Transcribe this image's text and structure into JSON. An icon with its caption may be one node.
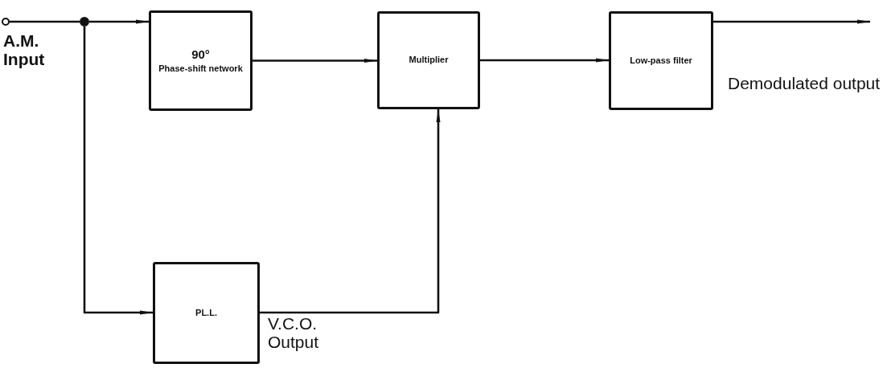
{
  "diagram": {
    "nodes": [
      {
        "text": [],
        "shape": "circle",
        "beside": [
          "A.M. Input"
        ]
      },
      {
        "text": [],
        "shape": "dot"
      },
      {
        "text": [
          "90°",
          "Phase-shift network"
        ]
      },
      {
        "text": [
          "Multiplier"
        ]
      },
      {
        "text": [
          "Low-pass filter"
        ]
      },
      {
        "text": [
          "PL.L."
        ],
        "beside": [
          "V.C.O. Output"
        ]
      }
    ],
    "edges": [
      {
        "from": 0,
        "to": 1,
        "arrow": "none"
      },
      {
        "from": 1,
        "to": 2,
        "arrow": "to"
      },
      {
        "from": 2,
        "to": 3,
        "arrow": "to"
      },
      {
        "from": 3,
        "to": 4,
        "arrow": "to"
      },
      {
        "from": 4,
        "to": null,
        "arrow": "to"
      },
      {
        "from": 1,
        "to": 5,
        "arrow": "to"
      },
      {
        "from": 5,
        "to": 3,
        "arrow": "to"
      }
    ],
    "labels": [
      "Demodulated output"
    ]
  }
}
